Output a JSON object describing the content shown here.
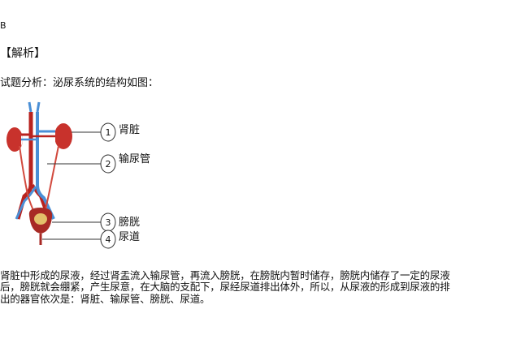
{
  "answer": "B",
  "heading": "【解析】",
  "intro": "试题分析：泌尿系统的结构如图：",
  "diagram": {
    "labels": [
      {
        "num": "1",
        "name": "肾脏"
      },
      {
        "num": "2",
        "name": "输尿管"
      },
      {
        "num": "3",
        "name": "膀胱"
      },
      {
        "num": "4",
        "name": "尿道"
      }
    ],
    "colors": {
      "kidney": "#c8322c",
      "vessel_red": "#b8231f",
      "vessel_blue": "#4a8fd6",
      "bladder": "#a82a25"
    }
  },
  "paragraph": [
    "肾脏中形成的尿液，经过肾盂流入输尿管，再流入膀胱，在膀胱内暂时储存，膀胱内储存了一定的尿液",
    "后，膀胱就会绷紧，产生尿意，在大脑的支配下，尿经尿道排出体外，所以，从尿液的形成到尿液的排",
    "出的器官依次是：肾脏、输尿管、膀胱、尿道。"
  ]
}
